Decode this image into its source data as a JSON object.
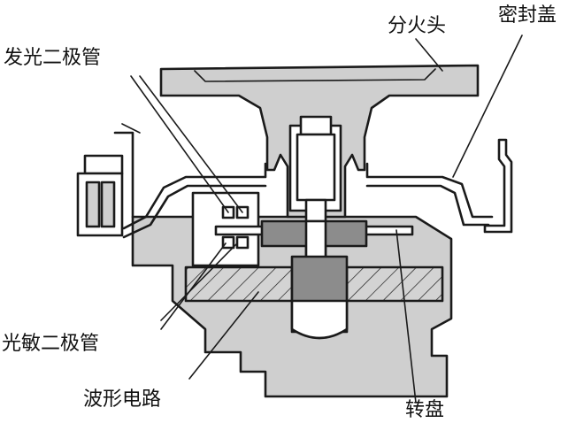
{
  "labels": {
    "distributor_rotor": "分火头",
    "seal_cover": "密封盖",
    "led": "发光二极管",
    "photodiode": "光敏二极管",
    "shaping_circuit": "波形电路",
    "rotor_disc": "转盘"
  },
  "colors": {
    "body_fill": "#cfcfcf",
    "shaft_fill": "#8c8c8c",
    "ink": "#1a1a1a",
    "background": "#ffffff"
  }
}
